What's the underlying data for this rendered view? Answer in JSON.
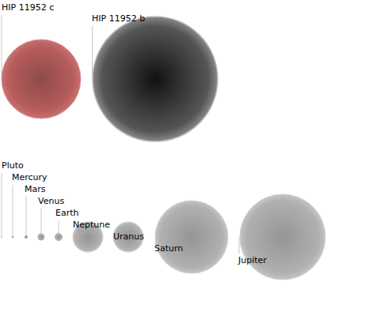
{
  "diagram": {
    "labels": [
      "HIP 11952 c",
      "HIP 11952 b",
      "Pluto",
      "Mercury",
      "Mars",
      "Venus",
      "Earth",
      "Neptune",
      "Uranus",
      "Saturn",
      "Jupiter"
    ]
  }
}
